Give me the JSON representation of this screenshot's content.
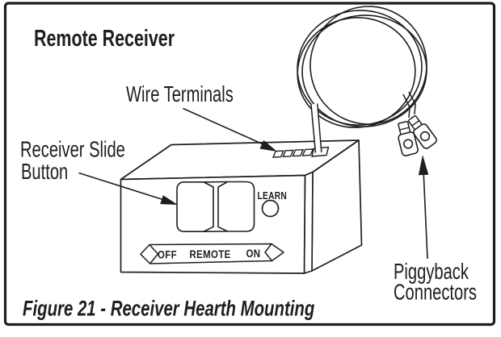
{
  "figure": {
    "title": "Remote Receiver",
    "caption": "Figure 21 - Receiver Hearth Mounting",
    "labels": {
      "wire_terminals": "Wire Terminals",
      "receiver_slide_button": [
        "Receiver Slide",
        "Button"
      ],
      "piggyback_connectors": [
        "Piggyback",
        "Connectors"
      ]
    },
    "receiver": {
      "learn_label": "LEARN",
      "switch_positions": [
        "OFF",
        "REMOTE",
        "ON"
      ]
    },
    "colors": {
      "ink": "#1e1e1c",
      "background": "#ffffff"
    }
  }
}
